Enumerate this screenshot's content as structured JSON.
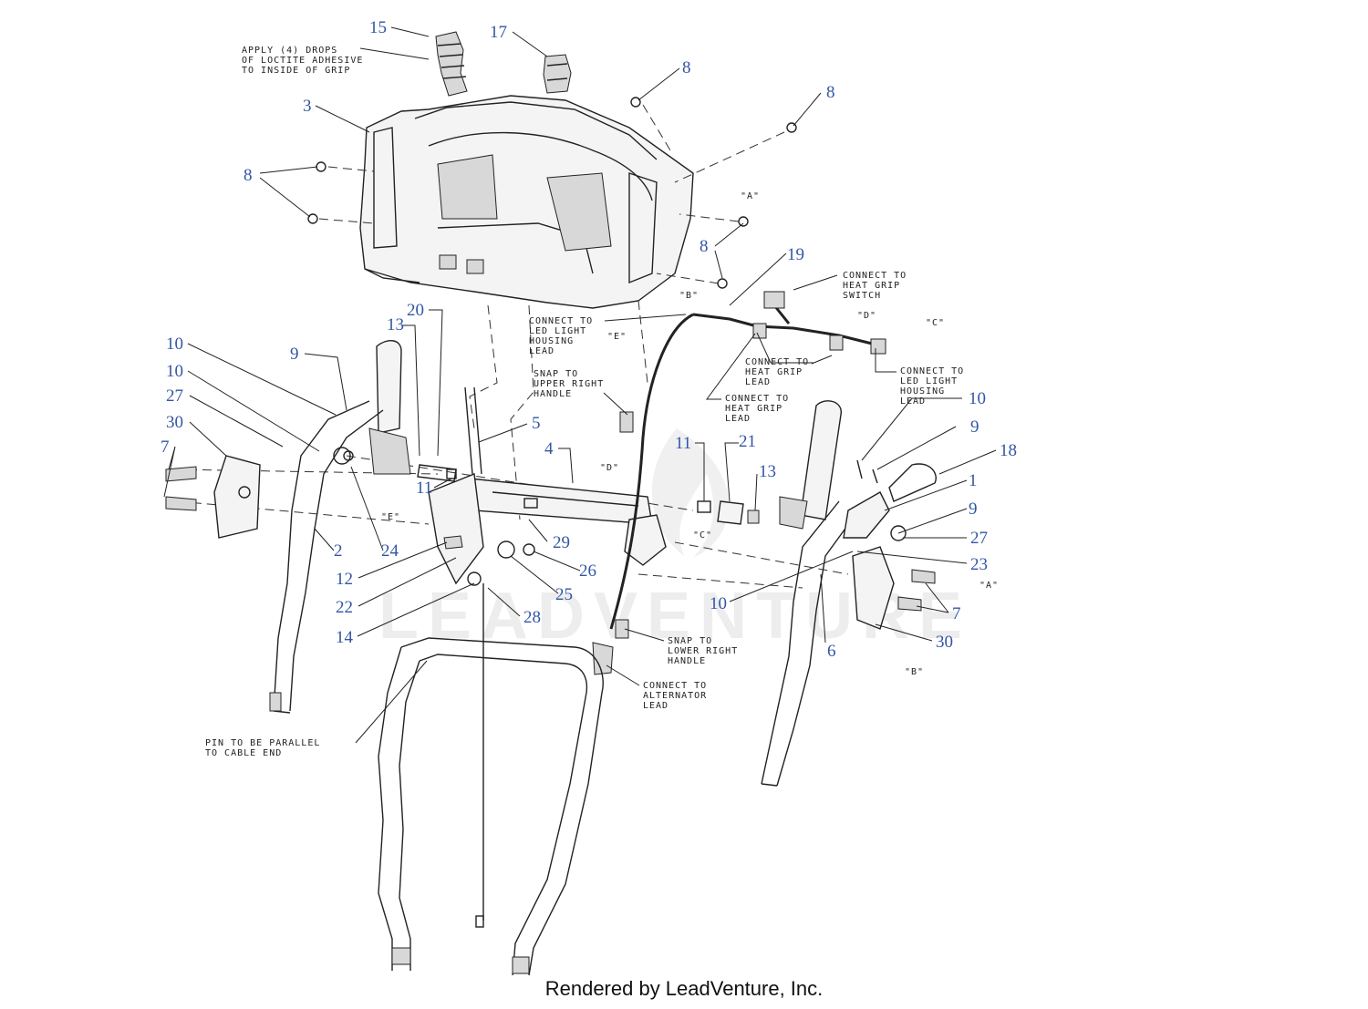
{
  "colors": {
    "callout": "#3356a6",
    "line": "#222222"
  },
  "callouts": {
    "n15": "15",
    "n17": "17",
    "n8a": "8",
    "n8b": "8",
    "n3": "3",
    "n8c": "8",
    "n8d": "8",
    "n19": "19",
    "n20": "20",
    "n13a": "13",
    "n10a": "10",
    "n9a": "9",
    "n10b": "10",
    "n27a": "27",
    "n30a": "30",
    "n7a": "7",
    "n5": "5",
    "n4": "4",
    "n11a": "11",
    "n2": "2",
    "n24": "24",
    "n12": "12",
    "n22": "22",
    "n14": "14",
    "n29": "29",
    "n26": "26",
    "n25": "25",
    "n28": "28",
    "n11b": "11",
    "n21": "21",
    "n13b": "13",
    "n10c": "10",
    "n9b": "9",
    "n18": "18",
    "n1": "1",
    "n9c": "9",
    "n27b": "27",
    "n23": "23",
    "n7b": "7",
    "n10d": "10",
    "n30b": "30",
    "n6": "6"
  },
  "notes": {
    "loctite": [
      "APPLY (4) DROPS",
      "OF LOCTITE ADHESIVE",
      "TO INSIDE OF GRIP"
    ],
    "heat_grip_switch": [
      "CONNECT TO",
      "HEAT GRIP",
      "SWITCH"
    ],
    "led_housing_left": [
      "CONNECT TO",
      "LED LIGHT",
      "HOUSING",
      "LEAD"
    ],
    "heat_grip_lead_1": [
      "CONNECT TO",
      "HEAT GRIP",
      "LEAD"
    ],
    "led_housing_right": [
      "CONNECT TO",
      "LED LIGHT",
      "HOUSING",
      "LEAD"
    ],
    "heat_grip_lead_2": [
      "CONNECT TO",
      "HEAT GRIP",
      "LEAD"
    ],
    "snap_upper": [
      "SNAP TO",
      "UPPER RIGHT",
      "HANDLE"
    ],
    "snap_lower": [
      "SNAP TO",
      "LOWER RIGHT",
      "HANDLE"
    ],
    "alternator": [
      "CONNECT TO",
      "ALTERNATOR",
      "LEAD"
    ],
    "pin_parallel": [
      "PIN TO BE PARALLEL",
      "TO CABLE END"
    ]
  },
  "refs": {
    "A1": "\"A\"",
    "B1": "\"B\"",
    "D1": "\"D\"",
    "C1": "\"C\"",
    "E1": "\"E\"",
    "D2": "\"D\"",
    "E2": "\"E\"",
    "C2": "\"C\"",
    "A2": "\"A\"",
    "B2": "\"B\""
  },
  "watermark": "LEADVENTURE",
  "footer": "Rendered by LeadVenture, Inc."
}
